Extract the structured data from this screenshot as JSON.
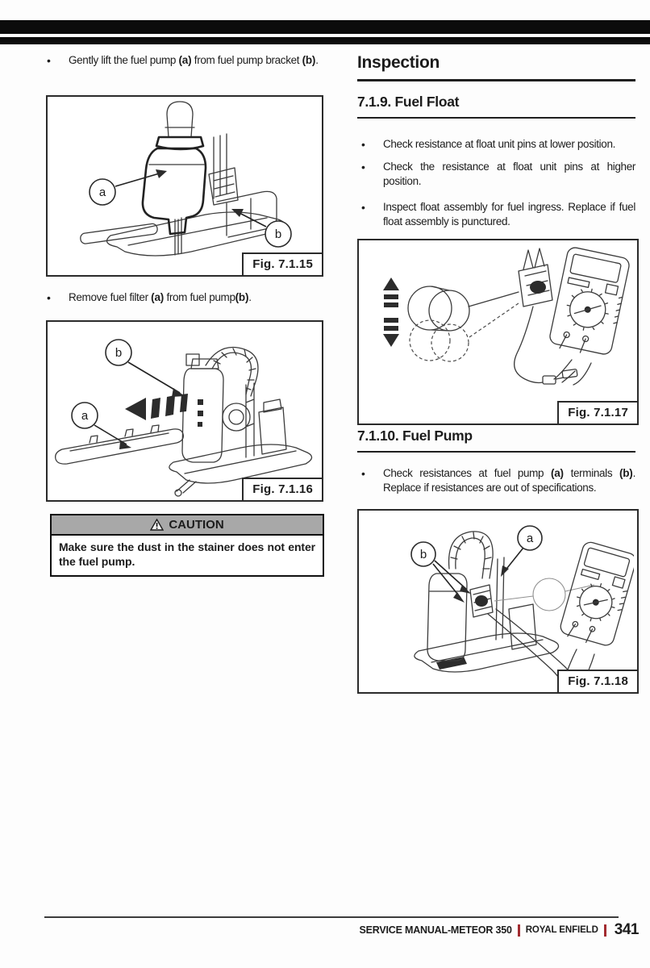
{
  "ui": {
    "bullet_char": "•"
  },
  "colors": {
    "accent_red": "#A22B30",
    "caution_gray": "#A8A8A8",
    "ink": "#1C1C1C"
  },
  "labels": {
    "a": "a",
    "b": "b"
  },
  "left_column": {
    "step1": {
      "segs": [
        "Gently lift the fuel pump ",
        "(a)",
        " from fuel pump bracket ",
        "(b)",
        "."
      ]
    },
    "fig1": {
      "caption": "Fig. 7.1.15"
    },
    "step2": {
      "segs": [
        "Remove fuel filter ",
        "(a)",
        " from fuel pump",
        "(b)",
        "."
      ]
    },
    "fig2": {
      "caption": "Fig. 7.1.16"
    },
    "caution": {
      "title": "CAUTION",
      "icon": "warning-triangle-icon",
      "body": "Make sure the dust in the stainer does not enter the fuel pump."
    }
  },
  "right_column": {
    "section_title": "Inspection",
    "fuel_float": {
      "title": "7.1.9. Fuel Float",
      "bullets": [
        "Check resistance at float unit pins at lower position.",
        "Check the resistance at float unit pins at higher position.",
        "Inspect float assembly for fuel ingress. Replace if fuel float assembly is punctured."
      ]
    },
    "fig3": {
      "caption": "Fig. 7.1.17"
    },
    "fuel_pump": {
      "title": "7.1.10. Fuel Pump",
      "bullet_segs": [
        "Check resistances at fuel pump ",
        "(a)",
        " terminals ",
        "(b)",
        ". Replace if resistances are out of specifications."
      ]
    },
    "fig4": {
      "caption": "Fig. 7.1.18"
    }
  },
  "footer": {
    "manual_title": "SERVICE MANUAL-METEOR 350",
    "brand": "ROYAL ENFIELD",
    "page_number": "341"
  }
}
